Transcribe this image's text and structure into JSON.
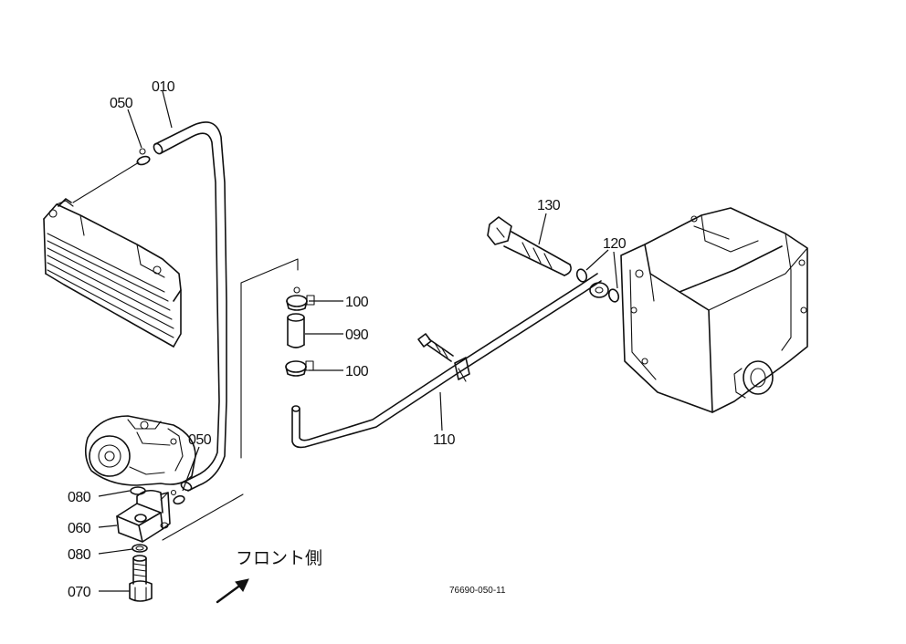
{
  "parts": {
    "p010": "010",
    "p050a": "050",
    "p050b": "050",
    "p060": "060",
    "p070": "070",
    "p080a": "080",
    "p080b": "080",
    "p090": "090",
    "p100a": "100",
    "p100b": "100",
    "p110": "110",
    "p120": "120",
    "p130": "130"
  },
  "front_label": "フロント側",
  "drawing_code": "76690-050-11"
}
